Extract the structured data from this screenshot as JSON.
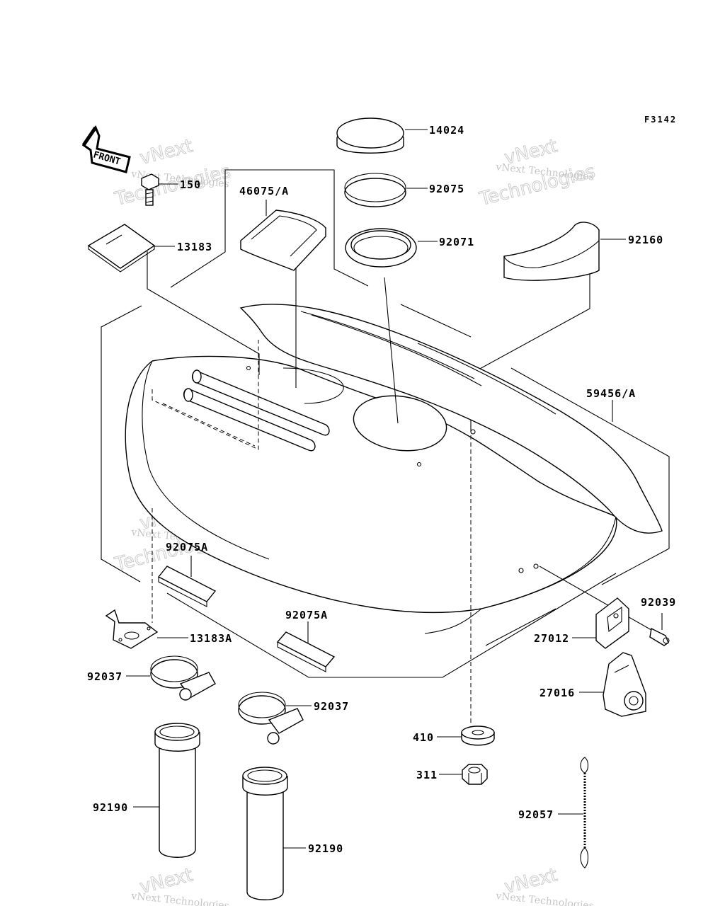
{
  "diagram": {
    "reference_code": "F3142",
    "front_arrow_label": "FRONT",
    "watermark": {
      "line1": "vNext",
      "line2": "vNext Technologies",
      "line3": "Technologies"
    },
    "callouts": {
      "p14024": "14024",
      "p92075": "92075",
      "p92071": "92071",
      "p92160": "92160",
      "p46075a": "46075/A",
      "p150": "150",
      "p13183": "13183",
      "p59456a": "59456/A",
      "p92075a_left": "92075A",
      "p92075a_right": "92075A",
      "p13183a": "13183A",
      "p92037_left": "92037",
      "p92037_right": "92037",
      "p92190_left": "92190",
      "p92190_right": "92190",
      "p410": "410",
      "p311": "311",
      "p92039": "92039",
      "p27012": "27012",
      "p27016": "27016",
      "p92057": "92057"
    }
  }
}
